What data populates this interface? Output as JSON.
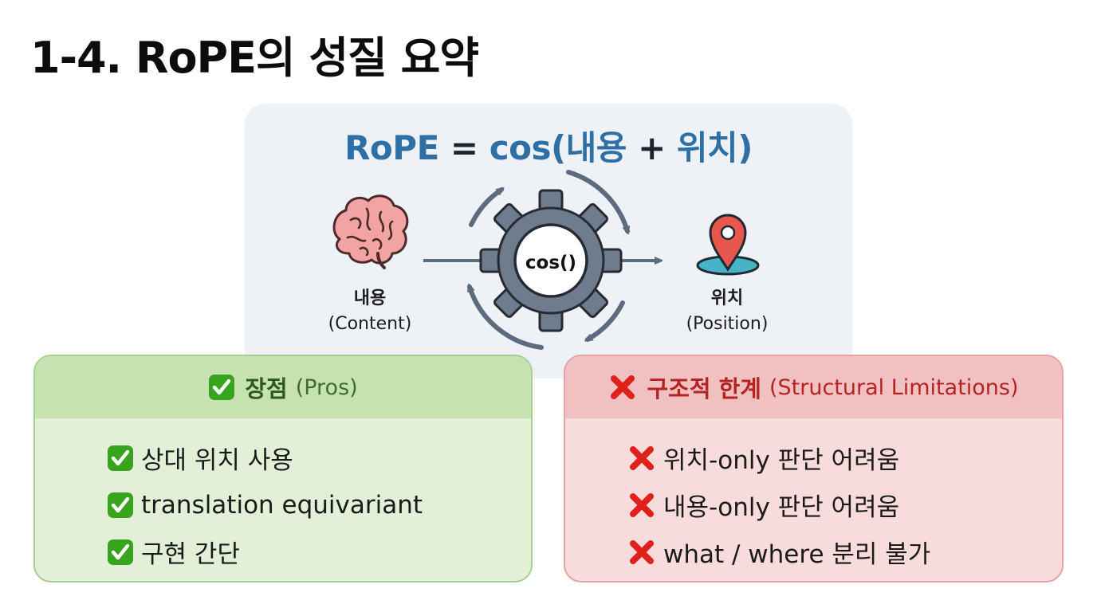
{
  "title": "1-4. RoPE의 성질 요약",
  "formula": {
    "prefix": "RoPE",
    "equals": "=",
    "func_open": "cos(",
    "term1": "내용",
    "plus": "+",
    "term2": "위치",
    "close": ")"
  },
  "diagram": {
    "gear_label": "cos()",
    "content_node": {
      "ko": "내용",
      "en": "(Content)",
      "icon": "brain-icon"
    },
    "position_node": {
      "ko": "위치",
      "en": "(Position)",
      "icon": "map-pin-icon"
    }
  },
  "pros": {
    "title": "장점",
    "subtitle": "(Pros)",
    "items": [
      "상대 위치 사용",
      "translation equivariant",
      "구현 간단"
    ],
    "icon": "check-icon"
  },
  "cons": {
    "title": "구조적 한계",
    "subtitle": "(Structural Limitations)",
    "items": [
      "위치-only 판단 어려움",
      "내용-only 판단 어려움",
      "what / where 분리 불가"
    ],
    "icon": "cross-icon"
  },
  "colors": {
    "formula_blue": "#2e6fa6",
    "pros_green": "#2c5a1f",
    "cons_red": "#b52323",
    "check_green": "#36a41c",
    "cross_red": "#e0201b"
  }
}
